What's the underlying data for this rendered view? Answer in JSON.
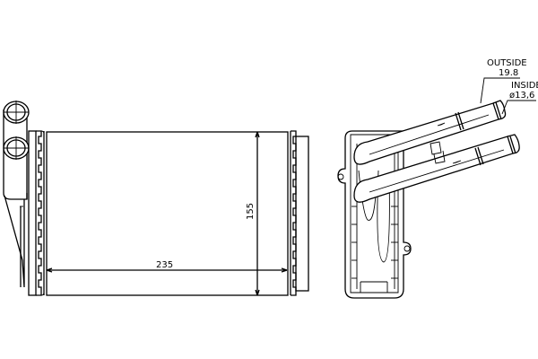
{
  "diagram": {
    "subject": "heater core technical drawing",
    "views": [
      "front-view",
      "side-view"
    ],
    "dimensions": {
      "width_label": "235",
      "height_label": "155"
    },
    "annotations": {
      "outside_label": "OUTSIDE",
      "outside_value": "19.8",
      "inside_label": "INSIDE",
      "inside_value": "ø13,6"
    },
    "colors": {
      "line": "#000000",
      "background": "#ffffff"
    }
  }
}
